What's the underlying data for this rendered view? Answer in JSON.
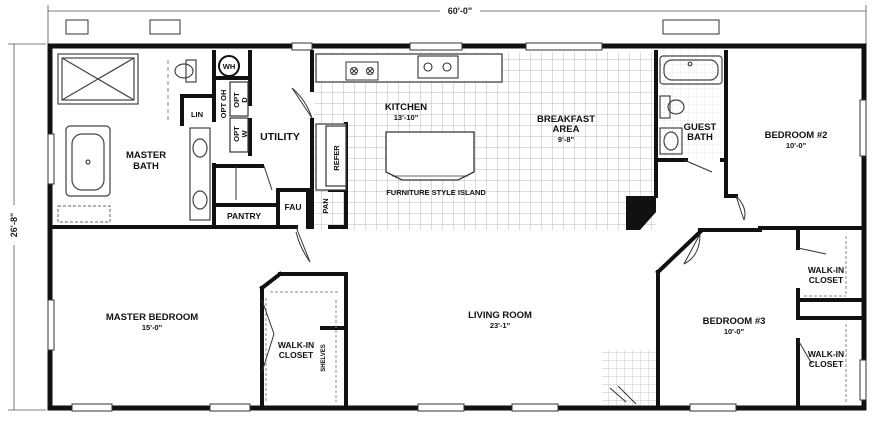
{
  "dimensions": {
    "width": "60'-0\"",
    "depth": "26'-8\""
  },
  "rooms": {
    "kitchen": {
      "name": "KITCHEN",
      "size": "13'-10\""
    },
    "breakfast": {
      "name1": "BREAKFAST",
      "name2": "AREA",
      "size": "9'-8\""
    },
    "island": "FURNITURE STYLE ISLAND",
    "master_bath": {
      "name1": "MASTER",
      "name2": "BATH"
    },
    "utility": "UTILITY",
    "wh": "WH",
    "opt_oh": "OPT OH",
    "opt_d": {
      "l1": "OPT",
      "l2": "D"
    },
    "opt_w": {
      "l1": "OPT",
      "l2": "W"
    },
    "lin": "LIN",
    "pantry": "PANTRY",
    "fau": "FAU",
    "pan": "PAN",
    "refer": "REFER",
    "guest_bath": {
      "name1": "GUEST",
      "name2": "BATH"
    },
    "bedroom2": {
      "name": "BEDROOM #2",
      "size": "10'-0\""
    },
    "bedroom3": {
      "name": "BEDROOM #3",
      "size": "10'-0\""
    },
    "master_bedroom": {
      "name": "MASTER BEDROOM",
      "size": "15'-0\""
    },
    "living_room": {
      "name": "LIVING ROOM",
      "size": "23'-1\""
    },
    "walkin_master": {
      "l1": "WALK-IN",
      "l2": "CLOSET"
    },
    "shelves": "SHELVES",
    "walkin_b2": {
      "l1": "WALK-IN",
      "l2": "CLOSET"
    },
    "walkin_b3": {
      "l1": "WALK-IN",
      "l2": "CLOSET"
    }
  },
  "colors": {
    "wall": "#111111",
    "tile_grid": "#9a9a9a",
    "fixture": "#555555"
  }
}
